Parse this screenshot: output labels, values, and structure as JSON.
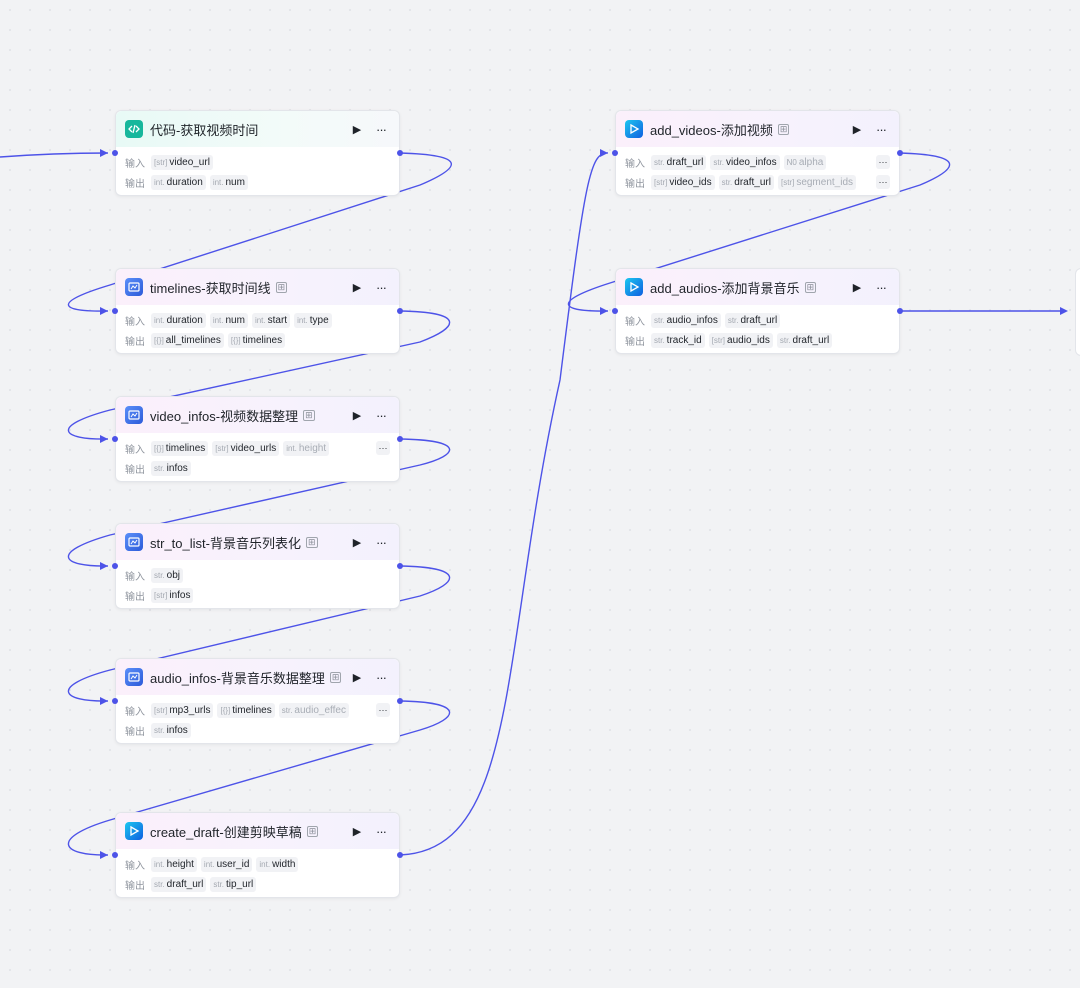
{
  "labels": {
    "input": "输入",
    "output": "输出"
  },
  "colors": {
    "edge": "#4d53e8",
    "code_icon": "#17b79c",
    "plugin_icon": "#2c5bd9"
  },
  "nodes": {
    "code": {
      "title": "代码-获取视频时间",
      "icon": "code-icon",
      "inputs": [
        {
          "type": "[str]",
          "name": "video_url"
        }
      ],
      "outputs": [
        {
          "type": "int.",
          "name": "duration"
        },
        {
          "type": "int.",
          "name": "num"
        }
      ]
    },
    "timelines": {
      "title": "timelines-获取时间线",
      "icon": "plugin-icon",
      "inputs": [
        {
          "type": "int.",
          "name": "duration"
        },
        {
          "type": "int.",
          "name": "num"
        },
        {
          "type": "int.",
          "name": "start"
        },
        {
          "type": "int.",
          "name": "type"
        }
      ],
      "outputs": [
        {
          "type": "[{}]",
          "name": "all_timelines"
        },
        {
          "type": "[{}]",
          "name": "timelines"
        }
      ]
    },
    "video_infos": {
      "title": "video_infos-视频数据整理",
      "icon": "plugin-icon",
      "inputs": [
        {
          "type": "[{}]",
          "name": "timelines"
        },
        {
          "type": "[str]",
          "name": "video_urls"
        },
        {
          "type": "int.",
          "name": "height"
        }
      ],
      "outputs": [
        {
          "type": "str.",
          "name": "infos"
        }
      ]
    },
    "str_to_list": {
      "title": "str_to_list-背景音乐列表化",
      "icon": "plugin-icon",
      "inputs": [
        {
          "type": "str.",
          "name": "obj"
        }
      ],
      "outputs": [
        {
          "type": "[str]",
          "name": "infos"
        }
      ]
    },
    "audio_infos": {
      "title": "audio_infos-背景音乐数据整理",
      "icon": "plugin-icon",
      "inputs": [
        {
          "type": "[str]",
          "name": "mp3_urls"
        },
        {
          "type": "[{}]",
          "name": "timelines"
        },
        {
          "type": "str.",
          "name": "audio_effec"
        }
      ],
      "outputs": [
        {
          "type": "str.",
          "name": "infos"
        }
      ]
    },
    "create_draft": {
      "title": "create_draft-创建剪映草稿",
      "icon": "jianying-icon",
      "inputs": [
        {
          "type": "int.",
          "name": "height"
        },
        {
          "type": "int.",
          "name": "user_id"
        },
        {
          "type": "int.",
          "name": "width"
        }
      ],
      "outputs": [
        {
          "type": "str.",
          "name": "draft_url"
        },
        {
          "type": "str.",
          "name": "tip_url"
        }
      ]
    },
    "add_videos": {
      "title": "add_videos-添加视频",
      "icon": "jianying-icon",
      "inputs": [
        {
          "type": "str.",
          "name": "draft_url"
        },
        {
          "type": "str.",
          "name": "video_infos"
        },
        {
          "type": "N0",
          "name": "alpha"
        }
      ],
      "outputs": [
        {
          "type": "[str]",
          "name": "video_ids"
        },
        {
          "type": "str.",
          "name": "draft_url"
        },
        {
          "type": "[str]",
          "name": "segment_ids"
        }
      ]
    },
    "add_audios": {
      "title": "add_audios-添加背景音乐",
      "icon": "jianying-icon",
      "inputs": [
        {
          "type": "str.",
          "name": "audio_infos"
        },
        {
          "type": "str.",
          "name": "draft_url"
        }
      ],
      "outputs": [
        {
          "type": "str.",
          "name": "track_id"
        },
        {
          "type": "[str]",
          "name": "audio_ids"
        },
        {
          "type": "str.",
          "name": "draft_url"
        }
      ]
    }
  }
}
